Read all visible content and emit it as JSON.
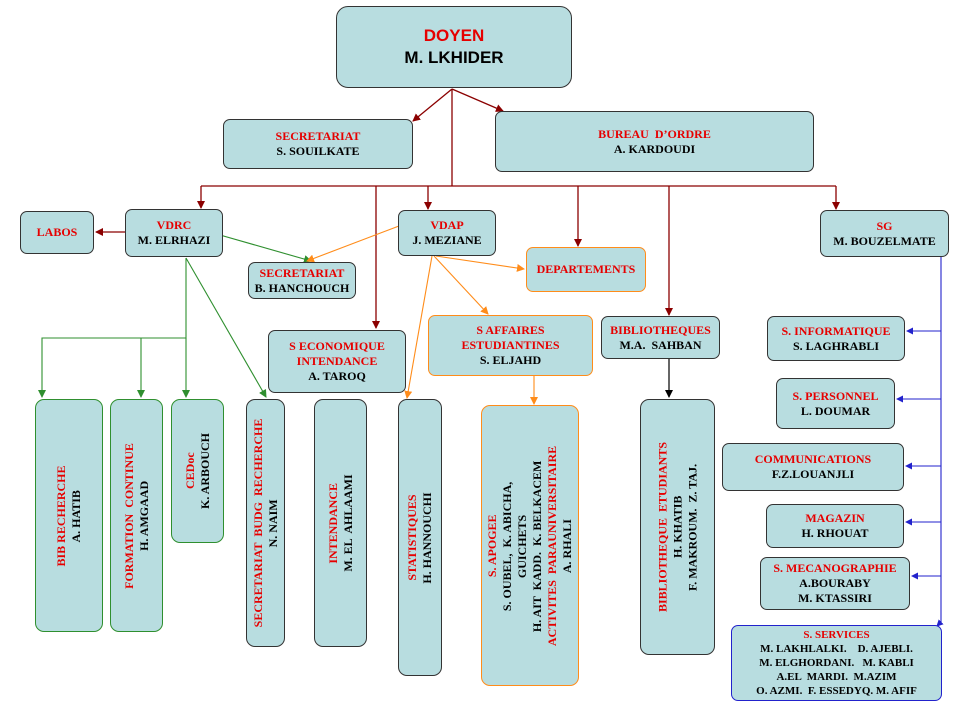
{
  "doyen": {
    "title": "DOYEN",
    "name": "M. LKHIDER"
  },
  "secretariat": {
    "title": "SECRETARIAT",
    "name": "S. SOUILKATE"
  },
  "bureau_ordre": {
    "title": "BUREAU  D’ORDRE",
    "name": "A. KARDOUDI"
  },
  "labos": {
    "title": "LABOS"
  },
  "vdrc": {
    "title": "VDRC",
    "name": "M. ELRHAZI"
  },
  "vdap": {
    "title": "VDAP",
    "name": "J. MEZIANE"
  },
  "sg": {
    "title": "SG",
    "name": "M. BOUZELMATE"
  },
  "secretariat2": {
    "title": "SECRETARIAT",
    "name": "B. HANCHOUCH"
  },
  "departements": {
    "title": "DEPARTEMENTS"
  },
  "s_economique": {
    "title_lines": [
      "S ECONOMIQUE",
      "INTENDANCE"
    ],
    "name": "A. TAROQ"
  },
  "s_affaires": {
    "title_lines": [
      "S AFFAIRES",
      "ESTUDIANTINES"
    ],
    "name": "S. ELJAHD"
  },
  "bibliotheques": {
    "title": "BIBLIOTHEQUES",
    "name": "M.A.  SAHBAN"
  },
  "s_informatique": {
    "title": "S. INFORMATIQUE",
    "name": "S. LAGHRABLI"
  },
  "s_personnel": {
    "title": "S. PERSONNEL",
    "name": "L. DOUMAR"
  },
  "communications": {
    "title": "COMMUNICATIONS",
    "name": "F.Z.LOUANJLI"
  },
  "magazin": {
    "title": "MAGAZIN",
    "name": "H. RHOUAT"
  },
  "s_mecanographie": {
    "title": "S. MECANOGRAPHIE",
    "names": [
      "A.BOURABY",
      "M. KTASSIRI"
    ]
  },
  "s_services": {
    "title": "S. SERVICES",
    "names": [
      "M. LAKHLALKI.    D. AJEBLI.",
      "M. ELGHORDANI.   M. KABLI",
      "A.EL  MARDI.  M.AZIM",
      "O. AZMI.  F. ESSEDYQ. M. AFIF"
    ]
  },
  "bib_recherche": {
    "title": "BIB RECHERCHE",
    "name": "A. HATIB"
  },
  "formation_continue": {
    "title": "FORMATION  CONTINUE",
    "name": "H. AMGAAD"
  },
  "cedoc": {
    "title": "CEDoc",
    "name": "K. ARBOUCH"
  },
  "sec_budg": {
    "title": "SECRETARIAT  BUDG  RECHERCHE",
    "name": "N. NAIM"
  },
  "intendance": {
    "title": "INTENDANCE",
    "name": "M. EL  AHLAAMI"
  },
  "statistiques": {
    "title": "STATISTIQUES",
    "name": "H. HANNOUCHI"
  },
  "s_apogee": {
    "title": "S. APOGEE",
    "names": [
      "S. OUBEL,  K. ABICHA,",
      "GUICHETS",
      "H. AIT  KADD.  K. BELKACEM"
    ],
    "title2_lines": [
      "ACTIVITES  PARAUNIVERSITAIRE"
    ],
    "name2": "A. RHALI"
  },
  "bib_etudiants": {
    "title": "BIBLIOTHEQUE  ETUDIANTS",
    "names": [
      "H. KHATIB",
      "F. MAKROUM.  Z. TAJ."
    ]
  },
  "colors": {
    "red_line": "#8b0000",
    "green_line": "#2f8f2f",
    "orange_line": "#ff8c1a",
    "blue_line": "#2222cc",
    "black_line": "#000000",
    "box_fill": "#b8dde0",
    "title_red": "#e60000"
  }
}
